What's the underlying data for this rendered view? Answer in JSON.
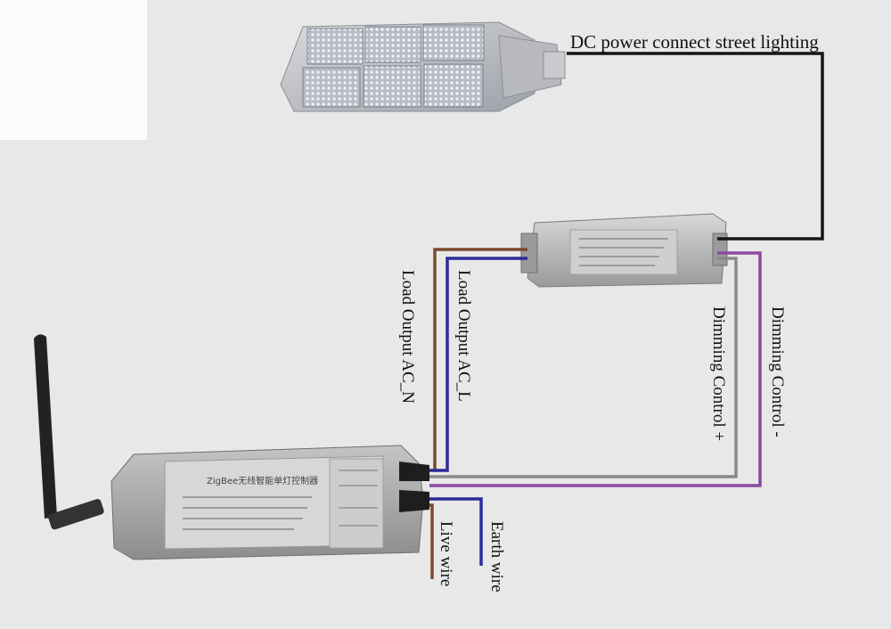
{
  "labels": {
    "dc_power": "DC power connect street lighting",
    "load_output_n": "Load Output AC_N",
    "load_output_l": "Load Output AC_L",
    "dimming_plus": "Dimming Control +",
    "dimming_minus": "Dimming Control -",
    "live_wire": "Live wire",
    "earth_wire": "Earth wire"
  },
  "controller": {
    "title": "ZigBee无线智能单灯控制器"
  },
  "wire_colors": {
    "brown": "#7a4a2c",
    "blue": "#2a2a9a",
    "gray": "#8a8a8a",
    "purple": "#8a4aa0",
    "black": "#151515"
  }
}
